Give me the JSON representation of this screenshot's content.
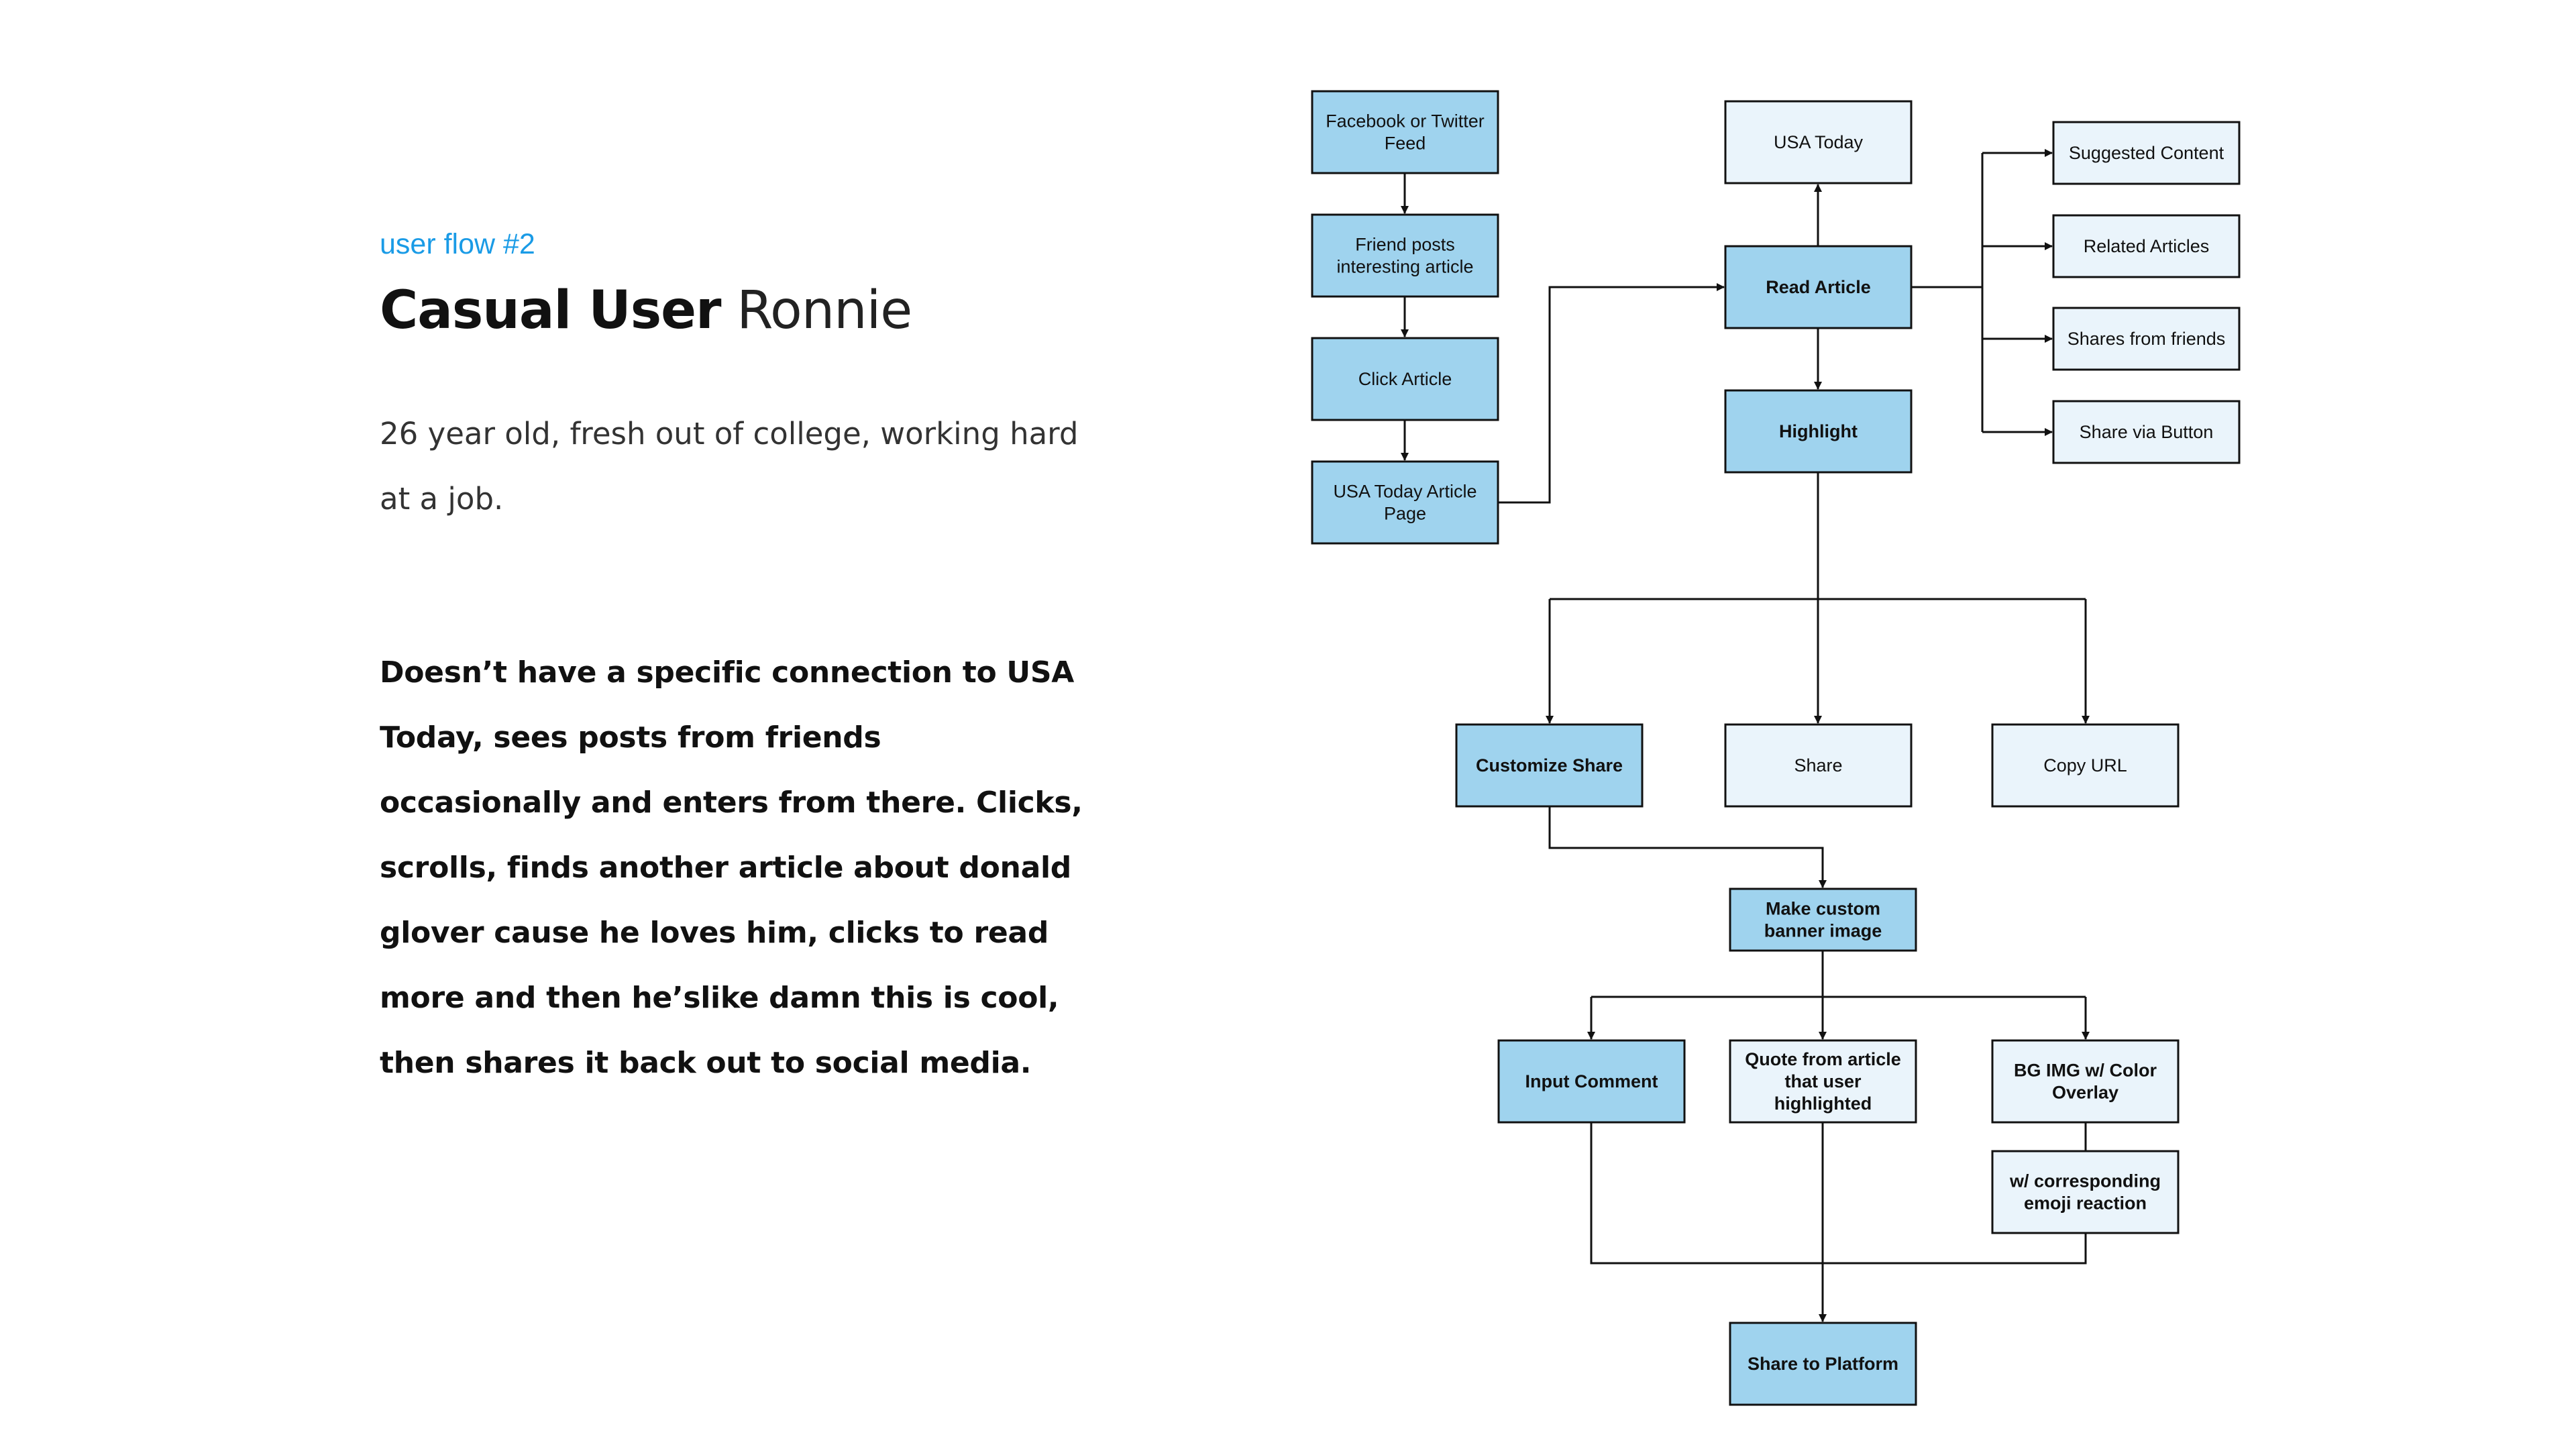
{
  "persona": {
    "kicker": "user flow #2",
    "title_bold": "Casual User",
    "title_light": "Ronnie",
    "description": "26 year old, fresh out of college, working hard at a job.",
    "story": "Doesn’t have a specific connection to USA Today, sees posts from friends occasionally and enters from there. Clicks, scrolls, finds another article about donald glover cause he loves him, clicks to read more and then he’slike damn this is cool, then shares it back out to social media."
  },
  "colors": {
    "primary_fill": "#9fd3ee",
    "secondary_fill": "#eaf4fb",
    "kicker": "#1a9be6",
    "stroke": "#111111"
  },
  "flow": {
    "nodes": [
      {
        "id": "feed",
        "lines": [
          "Facebook or Twitter",
          "Feed"
        ],
        "style": "primary",
        "bold": false
      },
      {
        "id": "friend",
        "lines": [
          "Friend posts",
          "interesting article"
        ],
        "style": "primary",
        "bold": false
      },
      {
        "id": "click",
        "lines": [
          "Click Article"
        ],
        "style": "primary",
        "bold": false
      },
      {
        "id": "articlepage",
        "lines": [
          "USA Today Article",
          "Page"
        ],
        "style": "primary",
        "bold": false
      },
      {
        "id": "usatoday",
        "lines": [
          "USA Today"
        ],
        "style": "secondary",
        "bold": false
      },
      {
        "id": "read",
        "lines": [
          "Read Article"
        ],
        "style": "primary",
        "bold": true
      },
      {
        "id": "highlight",
        "lines": [
          "Highlight"
        ],
        "style": "primary",
        "bold": true
      },
      {
        "id": "suggested",
        "lines": [
          "Suggested Content"
        ],
        "style": "secondary",
        "bold": false
      },
      {
        "id": "related",
        "lines": [
          "Related Articles"
        ],
        "style": "secondary",
        "bold": false
      },
      {
        "id": "sharesfriends",
        "lines": [
          "Shares from friends"
        ],
        "style": "secondary",
        "bold": false
      },
      {
        "id": "sharebutton",
        "lines": [
          "Share via Button"
        ],
        "style": "secondary",
        "bold": false
      },
      {
        "id": "customize",
        "lines": [
          "Customize Share"
        ],
        "style": "primary",
        "bold": true
      },
      {
        "id": "share",
        "lines": [
          "Share"
        ],
        "style": "secondary",
        "bold": false
      },
      {
        "id": "copyurl",
        "lines": [
          "Copy URL"
        ],
        "style": "secondary",
        "bold": false
      },
      {
        "id": "banner",
        "lines": [
          "Make custom",
          "banner image"
        ],
        "style": "primary",
        "bold": true
      },
      {
        "id": "comment",
        "lines": [
          "Input Comment"
        ],
        "style": "primary",
        "bold": true
      },
      {
        "id": "quote",
        "lines": [
          "Quote from article",
          "that user",
          "highlighted"
        ],
        "style": "secondary",
        "bold": true
      },
      {
        "id": "bgimg",
        "lines": [
          "BG IMG w/ Color",
          "Overlay"
        ],
        "style": "secondary",
        "bold": true
      },
      {
        "id": "emoji",
        "lines": [
          "w/ corresponding",
          "emoji reaction"
        ],
        "style": "secondary",
        "bold": true
      },
      {
        "id": "platform",
        "lines": [
          "Share to Platform"
        ],
        "style": "primary",
        "bold": true
      }
    ]
  }
}
